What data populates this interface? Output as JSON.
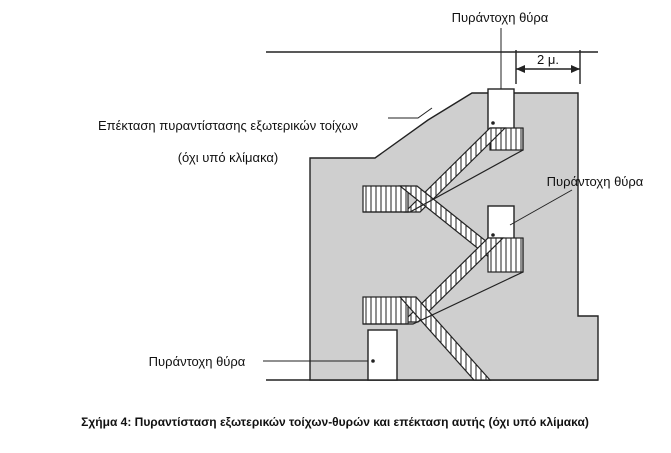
{
  "labels": {
    "door_top": "Πυράντοχη θύρα",
    "door_middle": "Πυράντοχη θύρα",
    "door_bottom": "Πυράντοχη θύρα",
    "extension_line1": "Επέκταση πυραντίστασης εξωτερικών τοίχων",
    "extension_line2": "(όχι υπό κλίμακα)",
    "dimension": "2 μ."
  },
  "caption": "Σχήμα 4: Πυραντίσταση εξωτερικών τοίχων-θυρών και επέκταση αυτής (όχι υπό κλίμακα)",
  "colors": {
    "wall": "#cfcfcf",
    "line": "#222222",
    "background": "#ffffff"
  }
}
